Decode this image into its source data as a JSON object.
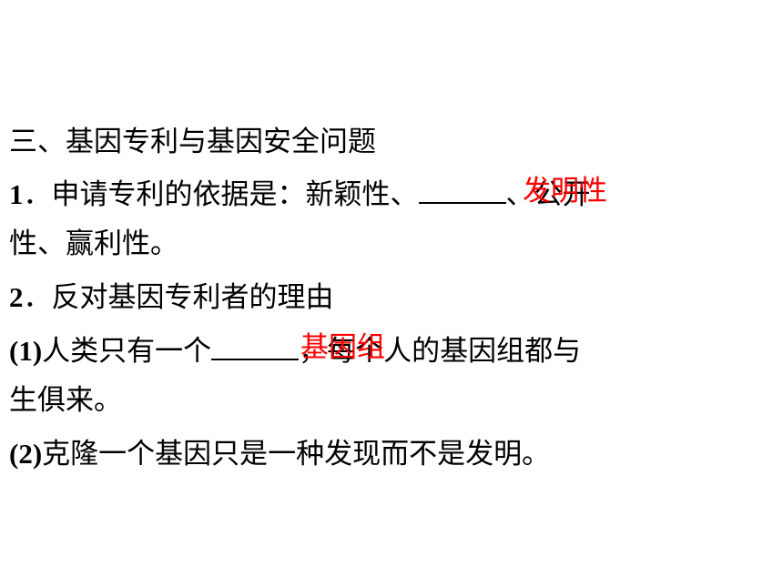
{
  "heading": "三、基因专利与基因安全问题",
  "item1": {
    "num": "1",
    "sep": "．",
    "prefix": "申请专利的依据是：新颖性、",
    "suffix": "、公开",
    "cont": "性、赢利性。",
    "answer": "发明性"
  },
  "item2": {
    "num": "2",
    "sep": "．",
    "text": "反对基因专利者的理由"
  },
  "sub1": {
    "num": "(1)",
    "prefix": "人类只有一个",
    "suffix": "，每个人的基因组都与",
    "cont": "生俱来。",
    "answer": "基因组"
  },
  "sub2": {
    "num": "(2)",
    "text": "克隆一个基因只是一种发现而不是发明。"
  },
  "colors": {
    "answer": "#ff0000",
    "text": "#000000"
  }
}
